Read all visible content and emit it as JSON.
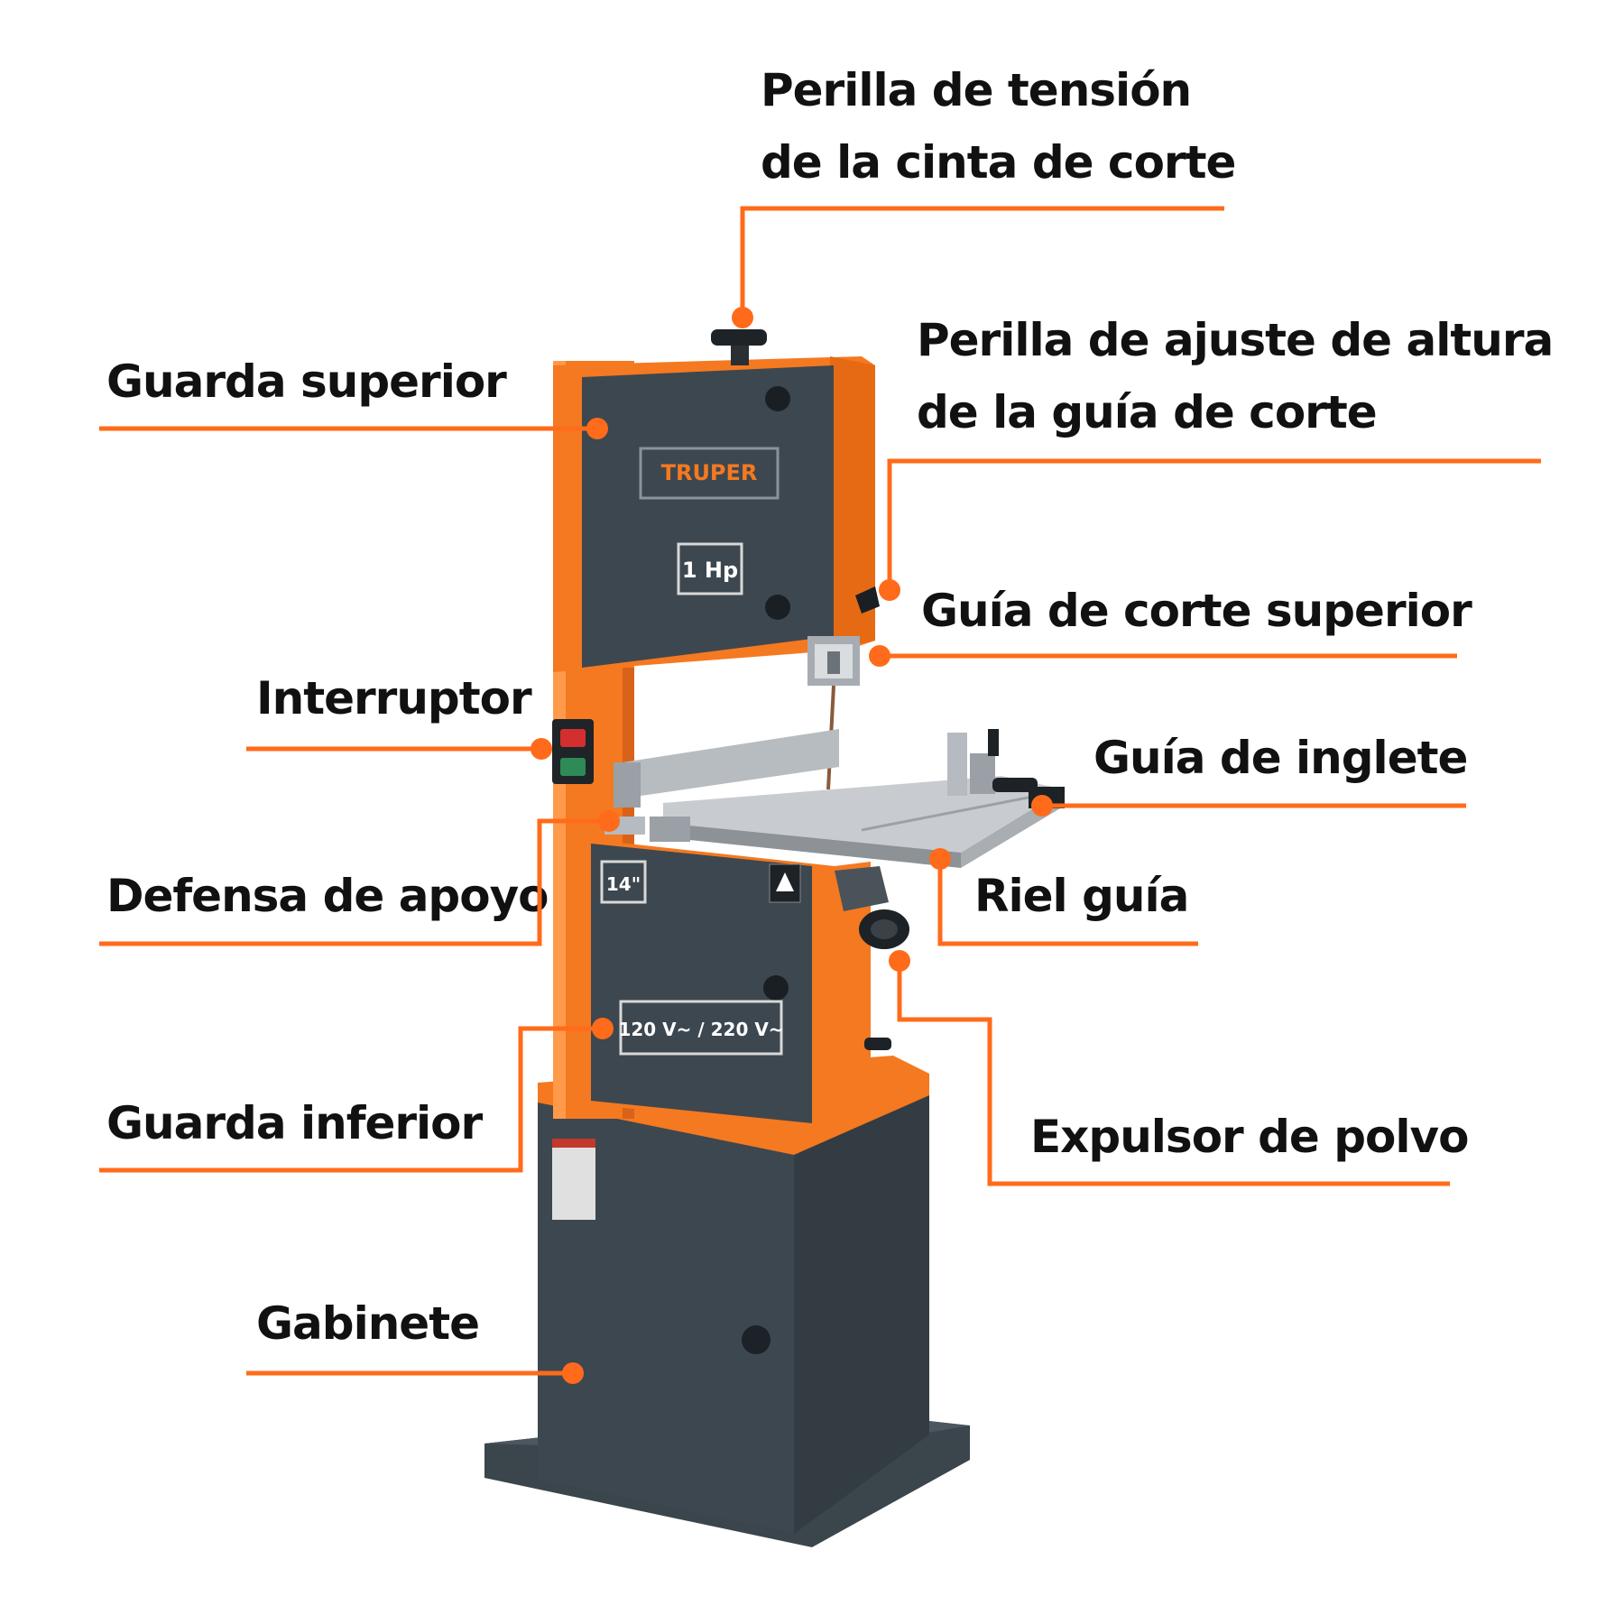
{
  "colors": {
    "accent": "#ff6b1a",
    "machine_orange": "#f47920",
    "panel_gray": "#3d474f",
    "table_silver": "#c8ccd0",
    "label_text": "#111111"
  },
  "brand": {
    "logo_text": "TRUPER",
    "power_badge": "1 Hp",
    "size_badge": "14\"",
    "voltage_badge": "120 V~ / 220 V~"
  },
  "labels": {
    "tension_knob": [
      "Perilla de tensión",
      "de la cinta de corte"
    ],
    "height_knob": [
      "Perilla de ajuste de altura",
      "de la guía de corte"
    ],
    "upper_guard": "Guarda superior",
    "upper_blade_guide": "Guía de corte superior",
    "switch": "Interruptor",
    "miter_guide": "Guía de inglete",
    "support_fence": "Defensa de apoyo",
    "guide_rail": "Riel guía",
    "lower_guard": "Guarda inferior",
    "dust_port": "Expulsor de polvo",
    "cabinet": "Gabinete"
  }
}
